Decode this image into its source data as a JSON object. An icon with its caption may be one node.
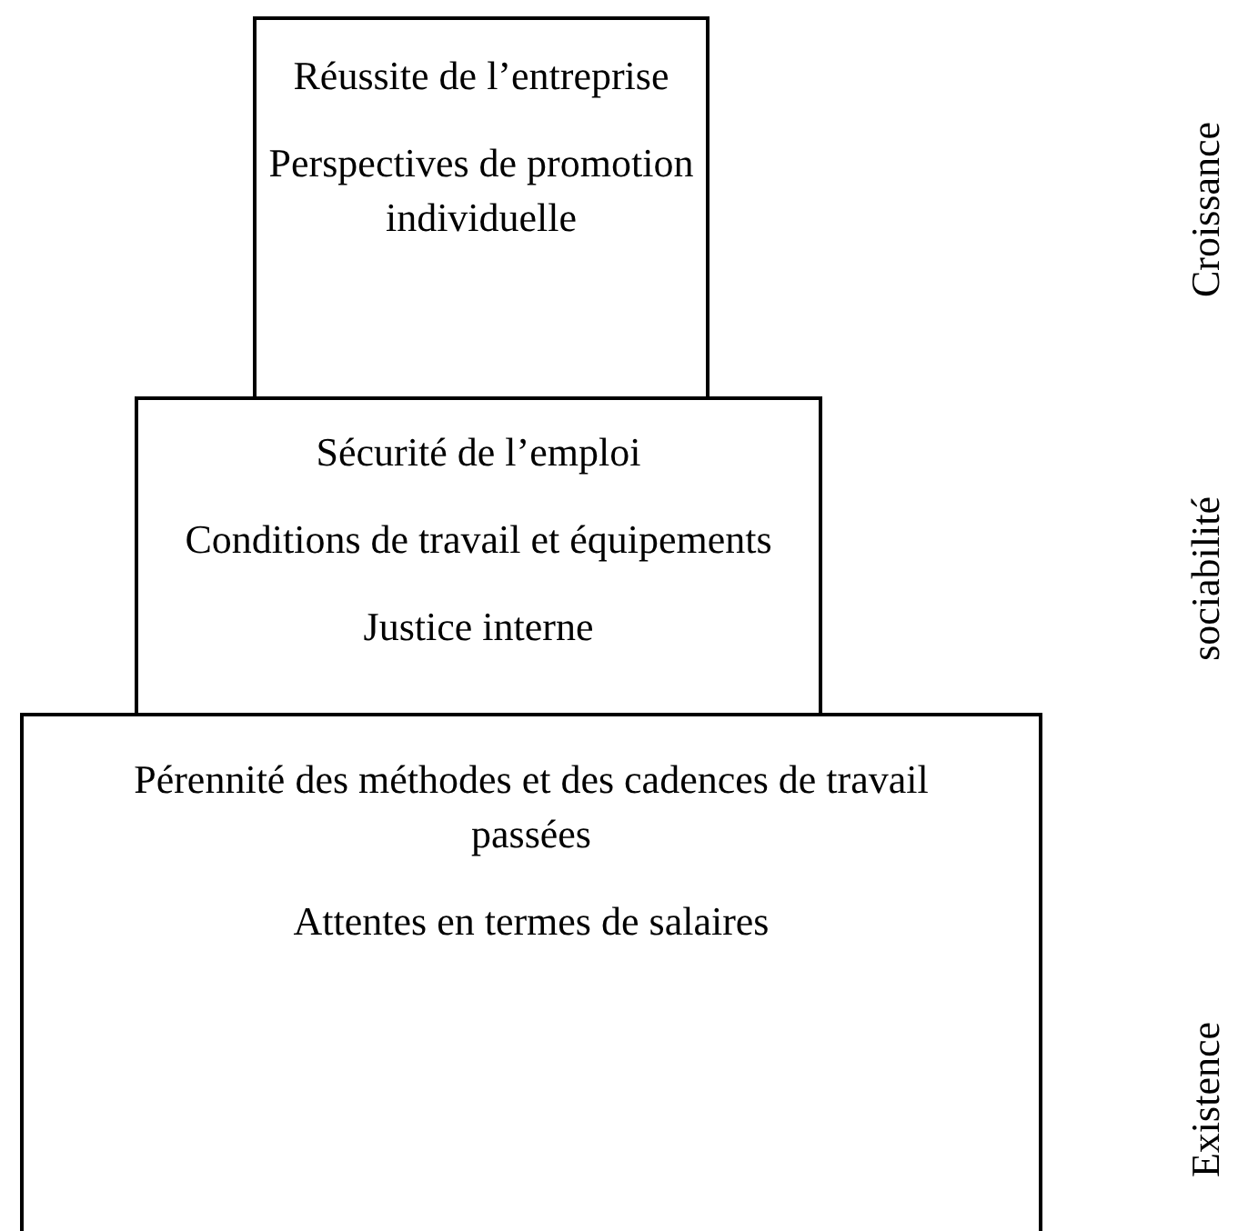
{
  "diagram": {
    "nodes": [
      {
        "text": [
          "Réussite de l’entreprise",
          "Perspectives de promotion individuelle"
        ]
      },
      {
        "text": [
          "Sécurité de l’emploi",
          "Conditions de travail et équipements",
          "Justice interne"
        ]
      },
      {
        "text": [
          "Pérennité des méthodes et des cadences de travail passées",
          "Attentes en termes de salaires"
        ]
      }
    ],
    "labels": [
      "Croissance",
      "sociabilité",
      "Existence"
    ]
  }
}
